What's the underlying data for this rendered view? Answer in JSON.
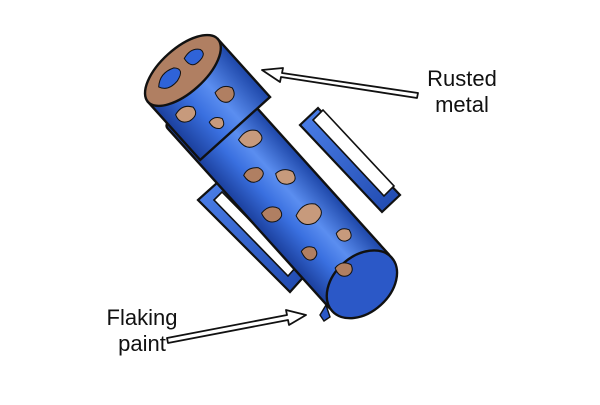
{
  "labels": {
    "rusted_metal": [
      "Rusted",
      "metal"
    ],
    "flaking_paint": [
      "Flaking",
      "paint"
    ]
  },
  "colors": {
    "paint_blue": "#2f63d8",
    "paint_blue_dark": "#1b3f9c",
    "paint_blue_light": "#5b8ef0",
    "rust": "#b07f62",
    "rust_light": "#c79a7c",
    "outline": "#111111"
  }
}
